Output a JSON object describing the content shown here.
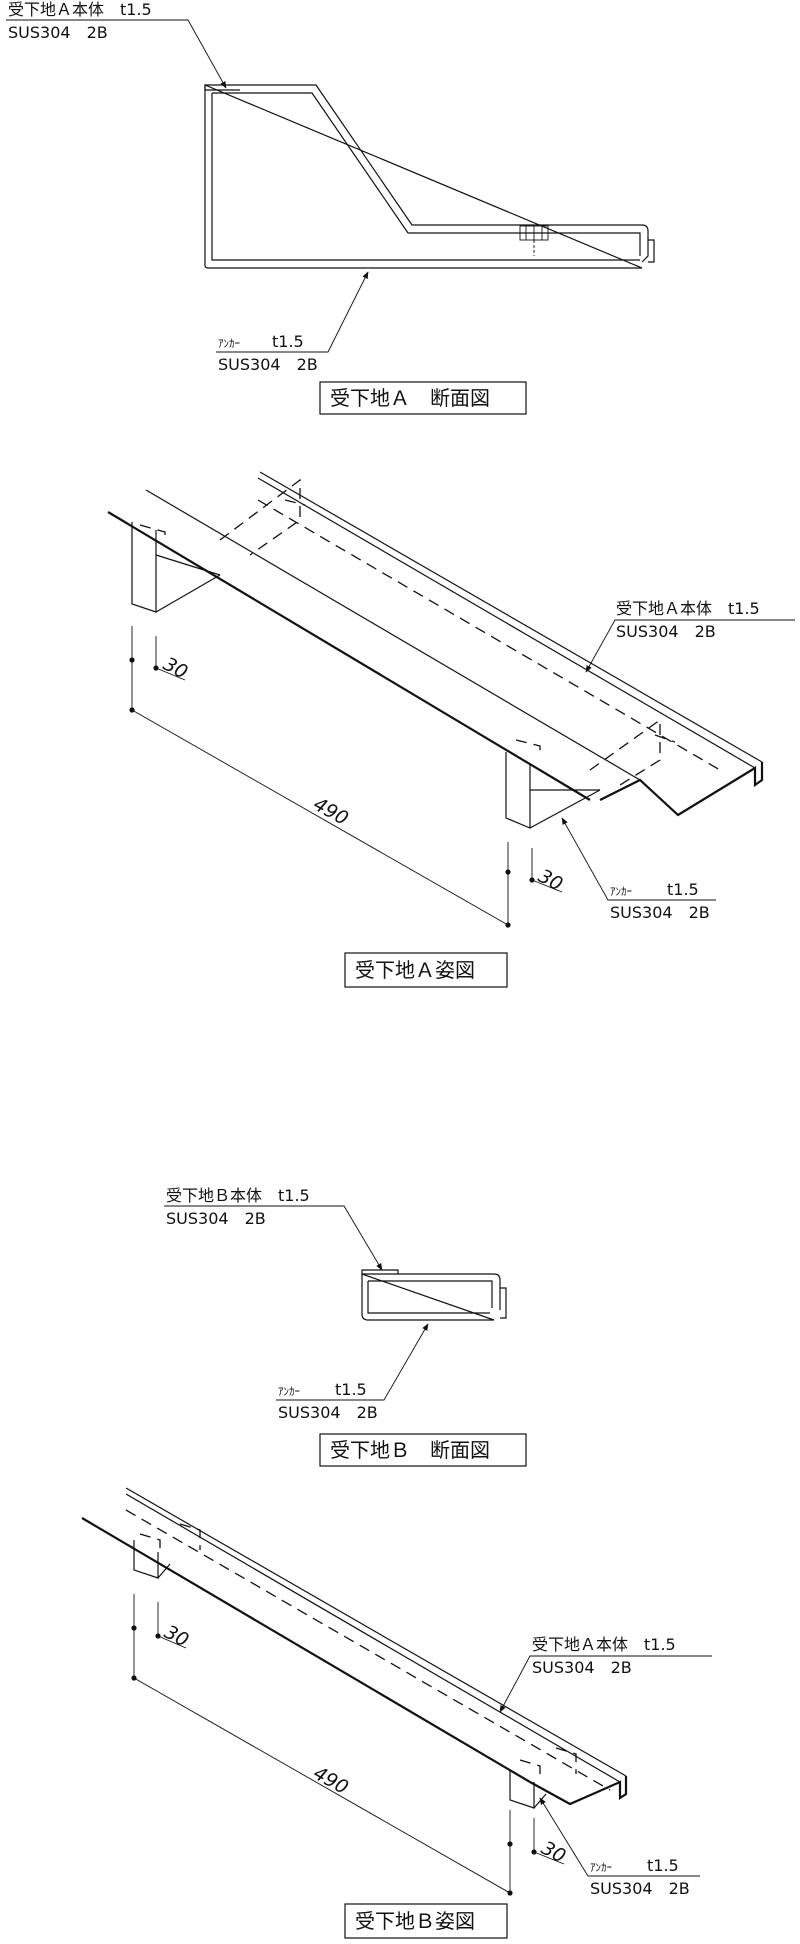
{
  "section_a": {
    "body_label": "受下地Ａ本体　t1.5",
    "body_material": "SUS304　2B",
    "anchor_label": "ｱﾝｶｰ",
    "anchor_thk": "t1.5",
    "anchor_material": "SUS304　2B",
    "caption": "受下地Ａ　断面図"
  },
  "iso_a": {
    "body_label": "受下地Ａ本体　t1.5",
    "body_material": "SUS304　2B",
    "anchor_label": "ｱﾝｶｰ",
    "anchor_thk": "t1.5",
    "anchor_material": "SUS304　2B",
    "dim_top": "30",
    "dim_length": "490",
    "dim_bottom": "30",
    "caption": "受下地Ａ姿図"
  },
  "section_b": {
    "body_label": "受下地Ｂ本体　t1.5",
    "body_material": "SUS304　2B",
    "anchor_label": "ｱﾝｶｰ",
    "anchor_thk": "t1.5",
    "anchor_material": "SUS304　2B",
    "caption": "受下地Ｂ　断面図"
  },
  "iso_b": {
    "body_label": "受下地Ａ本体　t1.5",
    "body_material": "SUS304　2B",
    "anchor_label": "ｱﾝｶｰ",
    "anchor_thk": "t1.5",
    "anchor_material": "SUS304　2B",
    "dim_top": "30",
    "dim_length": "490",
    "dim_bottom": "30",
    "caption": "受下地Ｂ姿図"
  }
}
